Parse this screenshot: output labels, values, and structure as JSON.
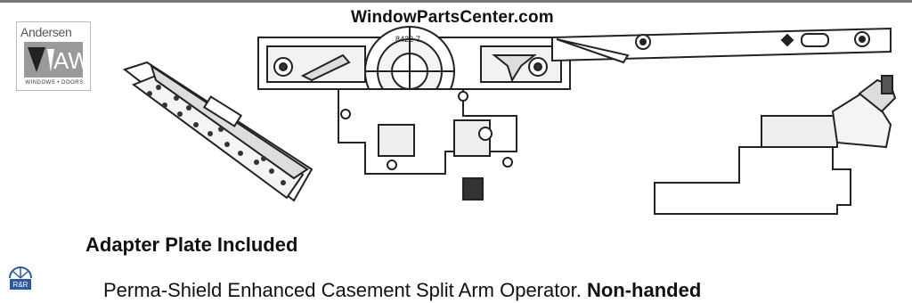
{
  "watermark": "WindowPartsCenter.com",
  "logo": {
    "brand": "Andersen",
    "mark": "AW",
    "tagline": "WINDOWS • DOORS"
  },
  "heading": "Adapter Plate Included",
  "caption": {
    "text": "Perma-Shield Enhanced Casement Split Arm Operator. ",
    "emphasis": "Non-handed"
  },
  "drawing_label": "8422-7",
  "badge_text": "R&R"
}
